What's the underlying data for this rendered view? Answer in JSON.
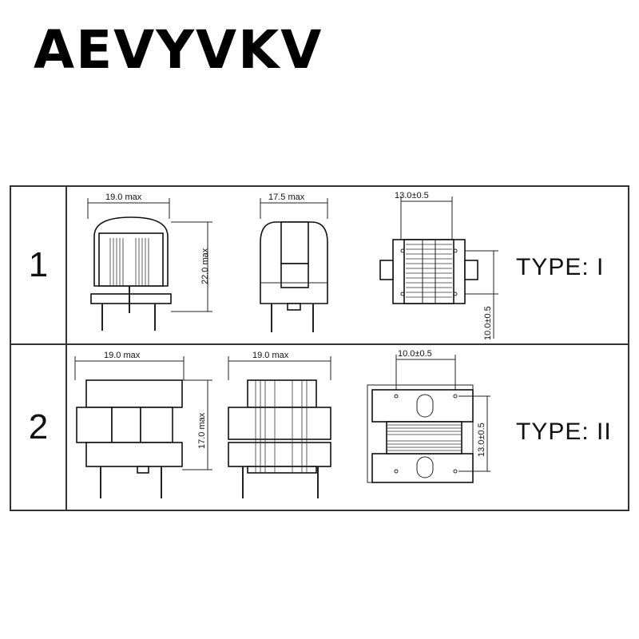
{
  "brand": "AEVYVKV",
  "rows": [
    {
      "index": "1",
      "type_label": "TYPE: I",
      "dims": {
        "front_width": "19.0 max",
        "front_height": "22.0 max",
        "side_width": "17.5 max",
        "top_pitch": "13.0±0.5",
        "top_pin_span": "10.0±0.5"
      }
    },
    {
      "index": "2",
      "type_label": "TYPE: II",
      "dims": {
        "front_width": "19.0 max",
        "front_height": "17.0 max",
        "side_width": "19.0 max",
        "top_pitch": "10.0±0.5",
        "top_pin_span": "13.0±0.5"
      }
    }
  ]
}
